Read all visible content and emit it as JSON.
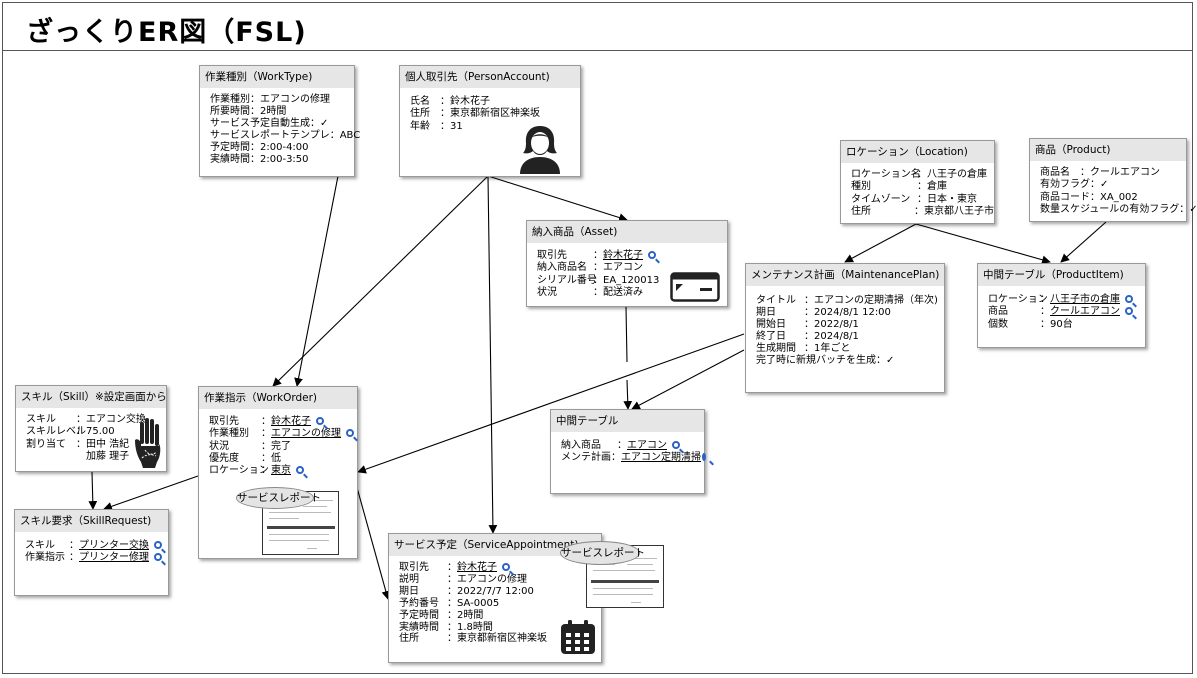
{
  "page": {
    "title": "ざっくりER図（FSL)"
  },
  "boxes": {
    "worktype": {
      "header": "作業種別（WorkType)",
      "rows": [
        {
          "k": "作業種別：エアコンの修理"
        },
        {
          "k": "所要時間：2時間"
        },
        {
          "k": "サービス予定自動生成：✓"
        },
        {
          "k": "サービスレポートテンプレ：ABC"
        },
        {
          "k": "予定時間：2:00-4:00"
        },
        {
          "k": "実績時間：2:00-3:50"
        }
      ]
    },
    "personaccount": {
      "header": "個人取引先（PersonAccount)",
      "rows": [
        {
          "k": "氏名",
          "v": "：鈴木花子"
        },
        {
          "k": "住所",
          "v": "：東京都新宿区神楽坂"
        },
        {
          "k": "年齢",
          "v": "：31"
        }
      ]
    },
    "location": {
      "header": "ロケーション（Location)",
      "rows": [
        {
          "k": "ロケーション名",
          "v": "：八王子の倉庫"
        },
        {
          "k": "種別",
          "v": "：倉庫"
        },
        {
          "k": "タイムゾーン",
          "v": "：日本・東京"
        },
        {
          "k": "住所",
          "v": "：東京都八王子市"
        }
      ]
    },
    "product": {
      "header": "商品（Product)",
      "rows": [
        {
          "k": "商品名　：クールエアコン"
        },
        {
          "k": "有効フラグ：✓"
        },
        {
          "k": "商品コード：XA_002"
        },
        {
          "k": "数量スケジュールの有効フラグ：✓"
        }
      ]
    },
    "asset": {
      "header": "納入商品（Asset)",
      "rows": [
        {
          "k": "取引先",
          "v": "：",
          "link": "鈴木花子"
        },
        {
          "k": "納入商品名",
          "v": "：エアコン"
        },
        {
          "k": "シリアル番号",
          "v": "：EA_120013"
        },
        {
          "k": "状況",
          "v": "：配送済み"
        }
      ]
    },
    "maintenanceplan": {
      "header": "メンテナンス計画（MaintenancePlan)",
      "rows": [
        {
          "k": "タイトル",
          "v": "：エアコンの定期清掃（年次)"
        },
        {
          "k": "期日",
          "v": "：2024/8/1 12:00"
        },
        {
          "k": "開始日",
          "v": "：2022/8/1"
        },
        {
          "k": "終了日",
          "v": "：2024/8/1"
        },
        {
          "k": "生成期間",
          "v": "：1年ごと"
        },
        {
          "k": "完了時に新規バッチを生成：✓"
        }
      ]
    },
    "productitem": {
      "header": "中間テーブル（ProductItem)",
      "rows": [
        {
          "k": "ロケーション",
          "v": "：",
          "link": "八王子市の倉庫"
        },
        {
          "k": "商品",
          "v": "：",
          "link": "クールエアコン"
        },
        {
          "k": "個数",
          "v": "：90台"
        }
      ]
    },
    "skill": {
      "header": "スキル（Skill）※設定画面から",
      "rows": [
        {
          "k": "スキル",
          "v": "：エアコン交換"
        },
        {
          "k": "スキルレベル",
          "v": "：75.00"
        },
        {
          "k": "割り当て",
          "v": "：田中 浩紀"
        },
        {
          "k": "",
          "v": "　加藤 理子"
        }
      ]
    },
    "workorder": {
      "header": "作業指示（WorkOrder)",
      "rows": [
        {
          "k": "取引先",
          "v": "：",
          "link": "鈴木花子"
        },
        {
          "k": "作業種別",
          "v": "：",
          "link": "エアコンの修理"
        },
        {
          "k": "状況",
          "v": "：完了"
        },
        {
          "k": "優先度",
          "v": "：低"
        },
        {
          "k": "ロケーション",
          "v": "：",
          "link": "東京"
        }
      ]
    },
    "junction": {
      "header": "中間テーブル",
      "rows": [
        {
          "k": "納入商品",
          "v": "：",
          "link": "エアコン"
        },
        {
          "k": "メンテ計画",
          "v": "：",
          "link": "エアコン定期清掃"
        }
      ]
    },
    "skillrequest": {
      "header": "スキル要求（SkillRequest)",
      "rows": [
        {
          "k": "スキル",
          "v": "：",
          "link": "プリンター交換"
        },
        {
          "k": "作業指示",
          "v": "：",
          "link": "プリンター修理"
        }
      ]
    },
    "serviceappointment": {
      "header": "サービス予定（ServiceAppointment)",
      "rows": [
        {
          "k": "取引先",
          "v": "：",
          "link": "鈴木花子"
        },
        {
          "k": "説明",
          "v": "：エアコンの修理"
        },
        {
          "k": "期日",
          "v": "：2022/7/7 12:00"
        },
        {
          "k": "予約番号",
          "v": "：SA-0005"
        },
        {
          "k": "予定時間",
          "v": "：2時間"
        },
        {
          "k": "実績時間",
          "v": "：1.8時間"
        },
        {
          "k": "住所",
          "v": "：東京都新宿区神楽坂"
        }
      ]
    }
  },
  "bubbles": {
    "report1": "サービスレポート",
    "report2": "サービスレポート"
  },
  "icons": [
    "person-icon",
    "credit-card-icon",
    "hand-icon",
    "calendar-icon",
    "search-icon"
  ]
}
